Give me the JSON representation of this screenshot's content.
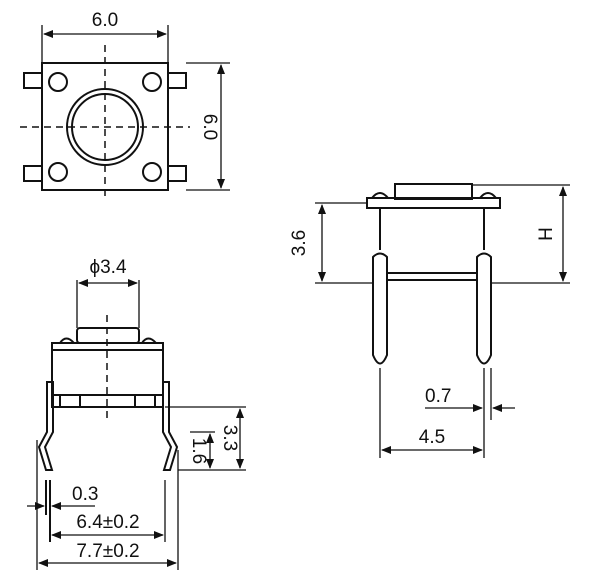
{
  "title": "Tactile switch 6x6 dimension drawing",
  "top_view": {
    "width_label": "6.0",
    "height_label": "6.0"
  },
  "front_view": {
    "plunger_diameter_label": "ϕ3.4",
    "height_label": "3.3",
    "lead_label": "1.6",
    "lead_thickness_label": "0.3",
    "inner_width_label": "6.4±0.2",
    "outer_width_label": "7.7±0.2"
  },
  "side_view": {
    "body_height_label": "3.6",
    "total_height_label": "H",
    "lead_width_label": "0.7",
    "pitch_label": "4.5"
  },
  "colors": {
    "ink": "#111111",
    "background": "#ffffff"
  }
}
